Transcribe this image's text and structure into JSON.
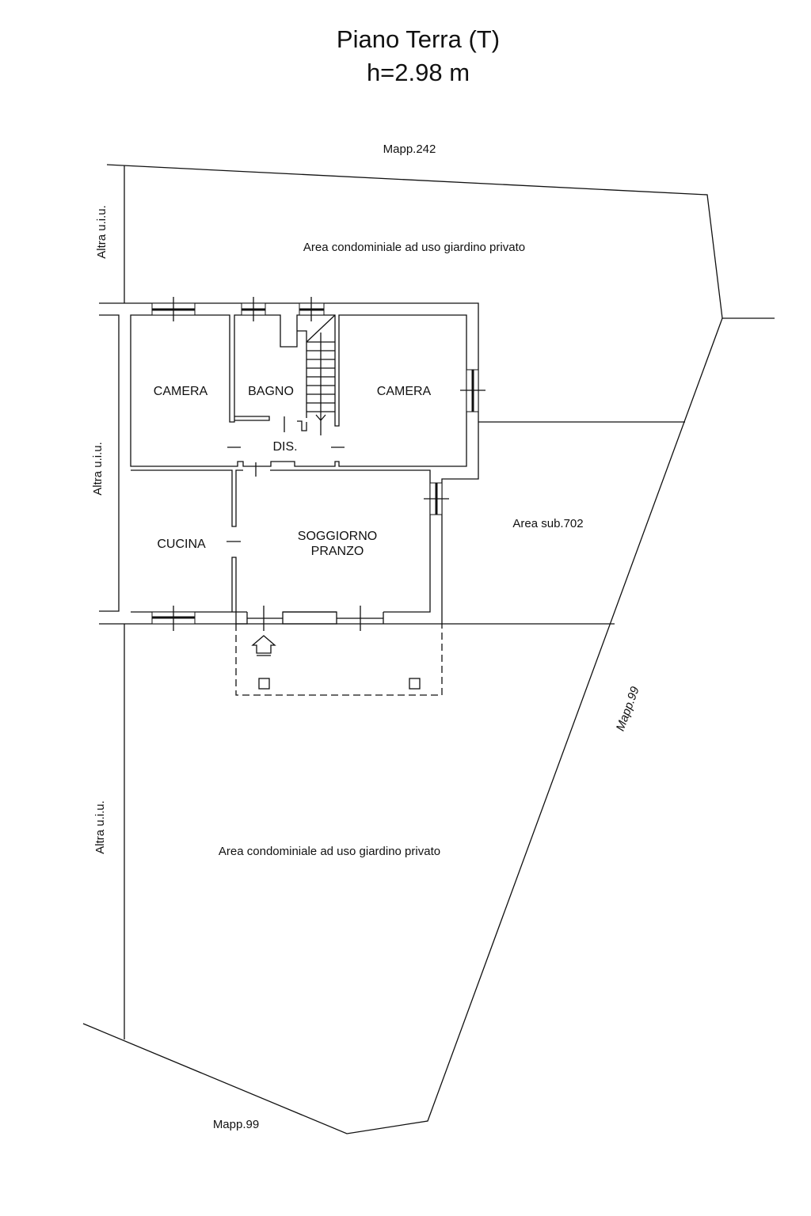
{
  "title": "Piano Terra (T)",
  "height_label": "h=2.98 m",
  "boundaries": {
    "north": "Mapp.242",
    "east": "Mapp.99",
    "south": "Mapp.99",
    "west_top": "Altra u.i.u.",
    "west_middle": "Altra u.i.u.",
    "west_bottom": "Altra u.i.u."
  },
  "areas": {
    "garden_north": "Area condominiale ad uso giardino privato",
    "garden_south": "Area condominiale ad uso giardino privato",
    "sub": "Area sub.702"
  },
  "rooms": {
    "camera_left": "CAMERA",
    "bagno": "BAGNO",
    "camera_right": "CAMERA",
    "dis": "DIS.",
    "cucina": "CUCINA",
    "soggiorno_line1": "SOGGIORNO",
    "soggiorno_line2": "PRANZO"
  }
}
